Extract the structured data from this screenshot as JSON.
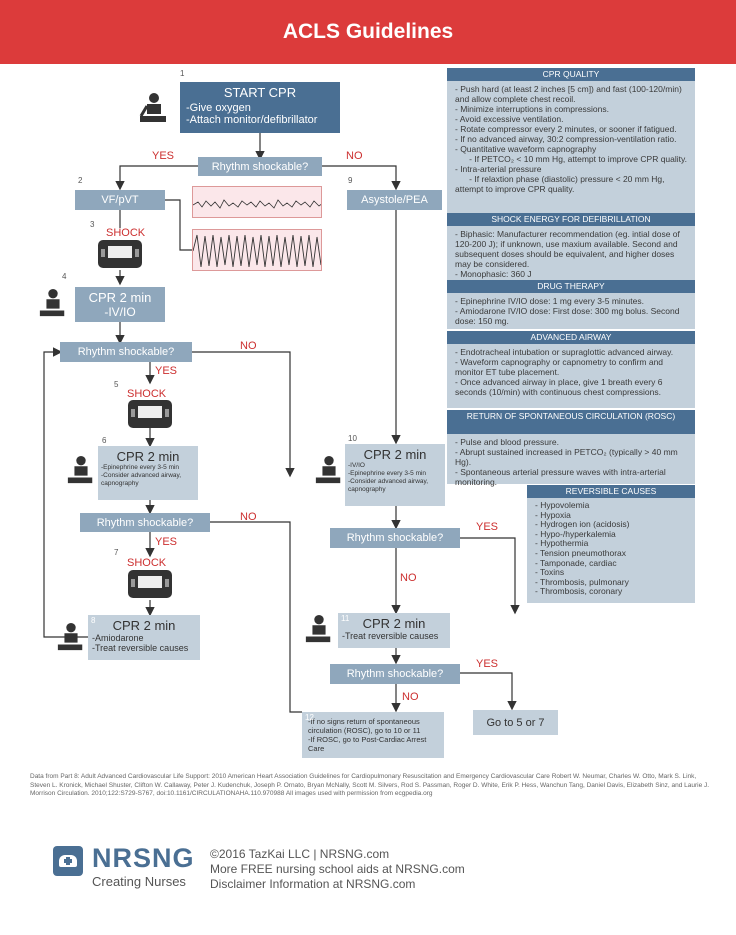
{
  "header": {
    "title": "ACLS Guidelines"
  },
  "steps": {
    "s1": {
      "num": "1",
      "title": "START CPR",
      "line1": "-Give oxygen",
      "line2": "-Attach monitor/defibrillator"
    },
    "rhythm_label": "Rhythm  shockable?",
    "yes": "YES",
    "no": "NO",
    "s2": {
      "num": "2",
      "label": "VF/pVT"
    },
    "s3": {
      "num": "3",
      "label": "SHOCK"
    },
    "s4": {
      "num": "4",
      "title": "CPR 2 min",
      "line1": "-IV/IO"
    },
    "s5": {
      "num": "5",
      "label": "SHOCK"
    },
    "s6": {
      "num": "6",
      "title": "CPR 2 min",
      "line1": "-Epinephrine every 3-5 min",
      "line2": "-Consider advanced airway, capnography"
    },
    "s7": {
      "num": "7",
      "label": "SHOCK"
    },
    "s8": {
      "num": "8",
      "title": "CPR 2 min",
      "line1": "-Amiodarone",
      "line2": "-Treat reversible causes"
    },
    "s9": {
      "num": "9",
      "label": "Asystole/PEA"
    },
    "s10": {
      "num": "10",
      "title": "CPR 2 min",
      "line1": "-IV/IO",
      "line2": "-Epinephrine every 3-5 min",
      "line3": "-Consider advanced airway, capnography"
    },
    "s11": {
      "num": "11",
      "title": "CPR 2 min",
      "line1": "-Treat reversible causes"
    },
    "s12": {
      "num": "12",
      "line1": "-If no signs return of spontaneous circulation (ROSC), go to 10 or 11",
      "line2": "-If ROSC, go to Post-Cardiac Arrest Care"
    },
    "goto": "Go to 5 or 7"
  },
  "panels": [
    {
      "title": "CPR QUALITY",
      "body": "- Push hard (at least 2 inches [5 cm]) and fast (100-120/min) and allow complete chest recoil.\n- Minimize interruptions in compressions.\n- Avoid excessive ventilation.\n- Rotate compressor every 2 minutes, or sooner if fatigued.\n- If no advanced airway, 30:2 compression-ventilation ratio.\n- Quantitative waveform capnography\n      - If PETCO₂ < 10 mm Hg, attempt to improve CPR quality.\n- Intra-arterial pressure\n      - If relaxtion phase (diastolic) pressure < 20 mm Hg, attempt to improve CPR quality."
    },
    {
      "title": "SHOCK ENERGY FOR DEFIBRILLATION",
      "body": "- Biphasic: Manufacturer recommendation (eg. intial dose of 120-200 J); if unknown, use maxium available. Second and subsequent doses should be equivalent, and higher doses may be considered.\n- Monophasic: 360 J"
    },
    {
      "title": "DRUG THERAPY",
      "body": "- Epinephrine IV/IO dose: 1 mg every 3-5 minutes.\n- Amiodarone IV/IO dose: First dose: 300 mg bolus. Second dose: 150 mg."
    },
    {
      "title": "ADVANCED AIRWAY",
      "body": "- Endotracheal intubation or supraglottic advanced airway.\n- Waveform capnography or capnometry to confirm and monitor ET tube placement.\n- Once advanced airway in place, give 1 breath every 6 seconds (10/min) with continuous chest compressions."
    },
    {
      "title": "RETURN OF SPONTANEOUS CIRCULATION (ROSC)",
      "body": "- Pulse and blood pressure.\n- Abrupt sustained increased in PETCO₂ (typically > 40 mm Hg).\n- Spontaneous arterial pressure waves with intra-arterial monitoring."
    },
    {
      "title": "REVERSIBLE CAUSES",
      "body": "- Hypovolemia\n- Hypoxia\n- Hydrogen ion (acidosis)\n- Hypo-/hyperkalemia\n- Hypothermia\n- Tension pneumothorax\n- Tamponade, cardiac\n- Toxins\n- Thrombosis, pulmonary\n- Thrombosis, coronary"
    }
  ],
  "footer": {
    "citation": "Data from Part 8: Adult Advanced Cardiovascular Life Support: 2010 American Heart Association Guidelines for Cardiopulmonary Resuscitation and Emergency Cardiovascular Care Robert W. Neumar, Charles W. Otto, Mark S. Link, Steven L. Kronick, Michael Shuster, Clifton W. Callaway, Peter J. Kudenchuk, Joseph P. Ornato, Bryan McNally, Scott M. Silvers, Rod S. Passman, Roger D. White, Erik P. Hess, Wanchun Tang, Daniel Davis, Elizabeth Sinz, and Laurie J. Morrison Circulation. 2010;122:S729-S767, doi:10.1161/CIRCULATIONAHA.110.970988 All images used with permission from ecgpedia.org",
    "logo_name": "NRSNG",
    "logo_tag": "Creating Nurses",
    "line1": "©2016 TazKai LLC  |  NRSNG.com",
    "line2": "More FREE nursing school aids at NRSNG.com",
    "line3": "Disclaimer Information at NRSNG.com"
  },
  "colors": {
    "header": "#dc3b3b",
    "dark_box": "#4a6f93",
    "mid_box": "#8fa7bc",
    "light_box": "#c3d0db",
    "accent_red": "#cc2f2f"
  },
  "icons": {
    "rescuer": "cpr-person-icon",
    "defib": "defibrillator-icon",
    "logo": "nurse-cap-logo-icon"
  }
}
